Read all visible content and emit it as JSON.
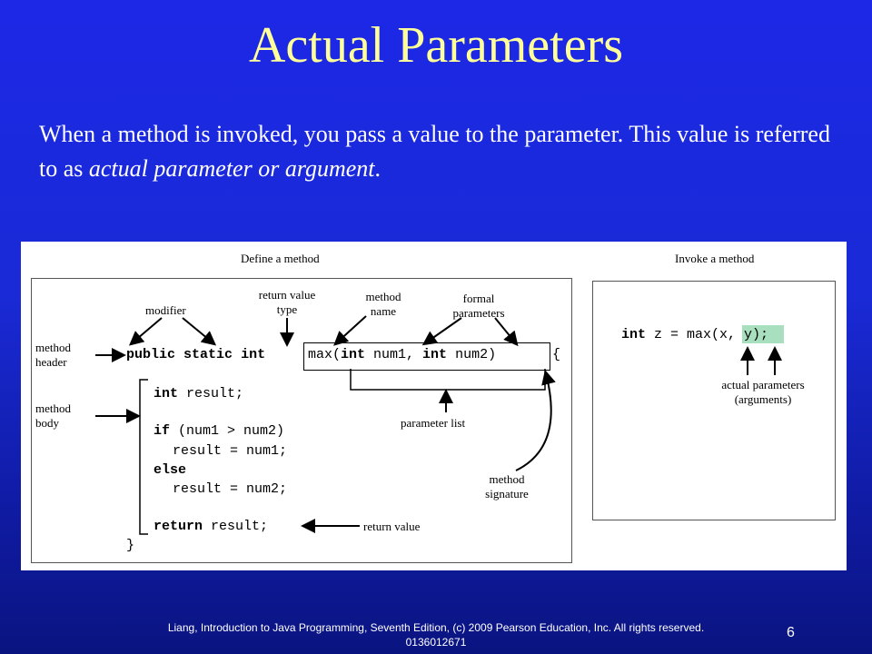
{
  "slide": {
    "title": "Actual Parameters",
    "intro_text_1": "When a method is invoked, you pass a value to the parameter. This value is referred to as ",
    "intro_emphasis": "actual parameter or argument",
    "intro_text_2": ".",
    "footer": "Liang, Introduction to Java Programming, Seventh Edition, (c) 2009 Pearson Education, Inc. All rights reserved. 0136012671",
    "page_number": "6"
  },
  "figure": {
    "define_title": "Define a method",
    "invoke_title": "Invoke a method",
    "labels": {
      "modifier": "modifier",
      "return_value_type_1": "return value",
      "return_value_type_2": "type",
      "method_name_1": "method",
      "method_name_2": "name",
      "formal_params_1": "formal",
      "formal_params_2": "parameters",
      "method_header_1": "method",
      "method_header_2": "header",
      "method_body_1": "method",
      "method_body_2": "body",
      "parameter_list": "parameter list",
      "method_signature_1": "method",
      "method_signature_2": "signature",
      "return_value": "return value",
      "actual_params_1": "actual parameters",
      "actual_params_2": "(arguments)"
    },
    "code": {
      "kw_public": "public",
      "kw_static": "static",
      "kw_int": "int",
      "sig_max": "max(",
      "kw_int2": "int",
      "sig_num1": " num1, ",
      "kw_int3": "int",
      "sig_num2": " num2)",
      "brace_open": "{",
      "line_result_kw": "int",
      "line_result": " result;",
      "line_if_kw": "if",
      "line_if": " (num1 > num2)",
      "line_assign1": "result = num1;",
      "line_else_kw": "else",
      "line_assign2": "result = num2;",
      "line_return_kw": "return",
      "line_return": " result;",
      "brace_close": "}",
      "invoke_kw": "int",
      "invoke_pre": " z = max(",
      "invoke_args": "x, y",
      "invoke_post": ");"
    }
  }
}
